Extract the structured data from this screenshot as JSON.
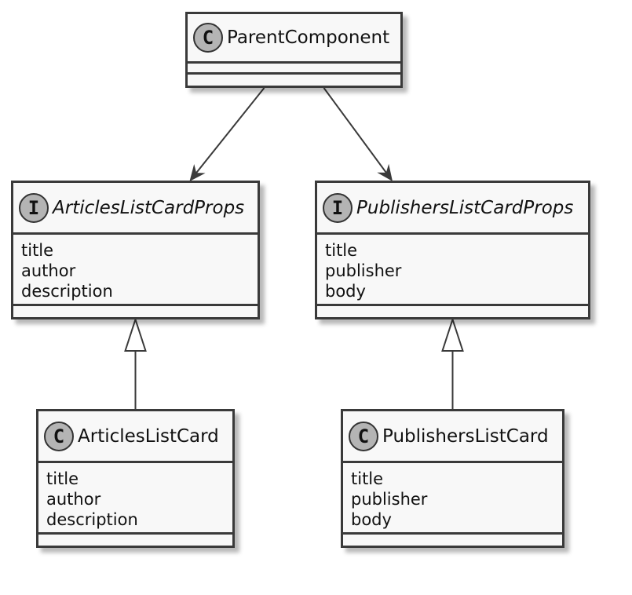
{
  "diagram": {
    "classes": [
      {
        "id": "parent",
        "stereotype": "C",
        "name": "ParentComponent",
        "fields": []
      },
      {
        "id": "articles-props",
        "stereotype": "I",
        "name": "ArticlesListCardProps",
        "fields": [
          "title",
          "author",
          "description"
        ]
      },
      {
        "id": "publishers-props",
        "stereotype": "I",
        "name": "PublishersListCardProps",
        "fields": [
          "title",
          "publisher",
          "body"
        ]
      },
      {
        "id": "articles-card",
        "stereotype": "C",
        "name": "ArticlesListCard",
        "fields": [
          "title",
          "author",
          "description"
        ]
      },
      {
        "id": "publishers-card",
        "stereotype": "C",
        "name": "PublishersListCard",
        "fields": [
          "title",
          "publisher",
          "body"
        ]
      }
    ],
    "relations": [
      {
        "from": "parent",
        "to": "articles-props",
        "kind": "association"
      },
      {
        "from": "parent",
        "to": "publishers-props",
        "kind": "association"
      },
      {
        "from": "articles-card",
        "to": "articles-props",
        "kind": "realization"
      },
      {
        "from": "publishers-card",
        "to": "publishers-props",
        "kind": "realization"
      }
    ],
    "colors": {
      "box_fill": "#f8f8f8",
      "border": "#3a3a3a",
      "stereotype_fill": "#b4b4b4",
      "line": "#3a3a3a"
    }
  }
}
